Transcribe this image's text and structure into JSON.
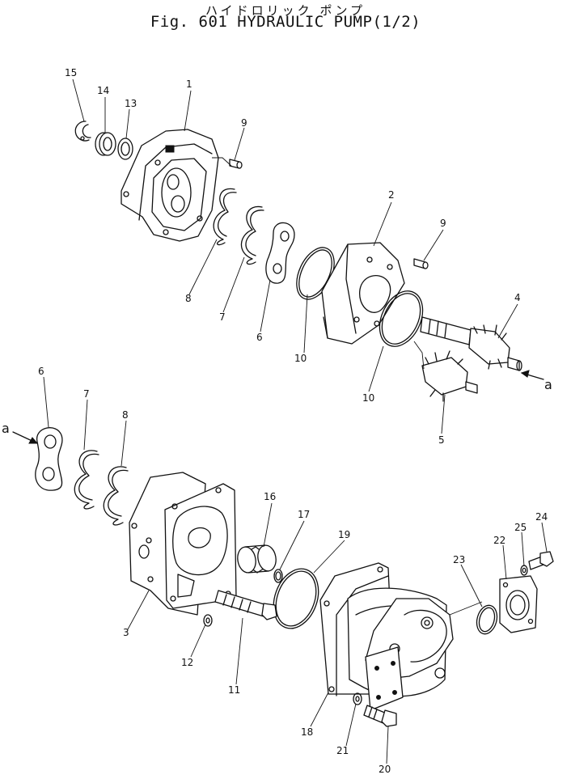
{
  "figure": {
    "title_jp": "ハイドロリック ポンプ",
    "title_en": "Fig. 601 HYDRAULIC PUMP(1/2)"
  },
  "callouts": {
    "c1": "1",
    "c2": "2",
    "c3": "3",
    "c4": "4",
    "c5": "5",
    "c6a": "6",
    "c6b": "6",
    "c7a": "7",
    "c7b": "7",
    "c8a": "8",
    "c8b": "8",
    "c9a": "9",
    "c9b": "9",
    "c10a": "10",
    "c10b": "10",
    "c11": "11",
    "c12": "12",
    "c13": "13",
    "c14": "14",
    "c15": "15",
    "c16": "16",
    "c17": "17",
    "c18": "18",
    "c19": "19",
    "c20": "20",
    "c21": "21",
    "c22": "22",
    "c23": "23",
    "c24": "24",
    "c25": "25"
  },
  "connectors": {
    "a_right": "a",
    "a_left": "a"
  }
}
